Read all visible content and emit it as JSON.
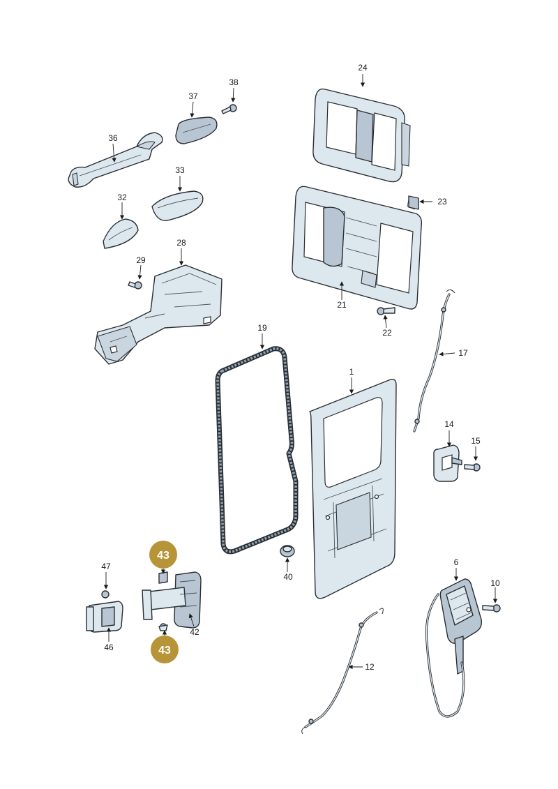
{
  "callouts": {
    "c1": "1",
    "c6": "6",
    "c10": "10",
    "c12": "12",
    "c14": "14",
    "c15": "15",
    "c17": "17",
    "c19": "19",
    "c21": "21",
    "c22": "22",
    "c23": "23",
    "c24": "24",
    "c28": "28",
    "c29": "29",
    "c32": "32",
    "c33": "33",
    "c36": "36",
    "c37": "37",
    "c38": "38",
    "c40": "40",
    "c42": "42",
    "c46": "46",
    "c47": "47"
  },
  "highlight": {
    "top": "43",
    "bottom": "43",
    "color": "#b79437"
  },
  "colors": {
    "part_fill": "#dde7ee",
    "outline": "#2a2e33"
  }
}
